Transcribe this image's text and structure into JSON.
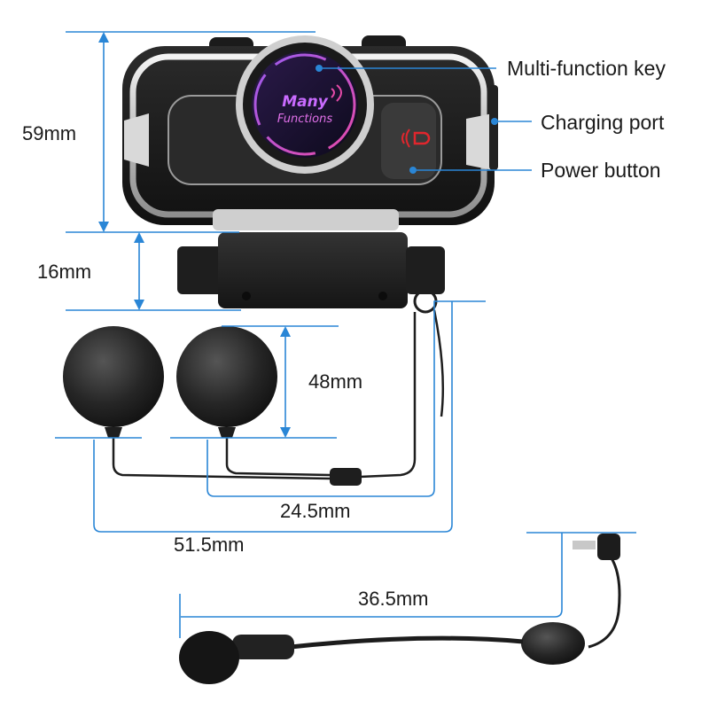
{
  "diagram": {
    "device_badge": {
      "line1": "Many",
      "line2": "Functions"
    },
    "callouts": {
      "multi_function_key": "Multi-function key",
      "charging_port": "Charging port",
      "power_button": "Power button"
    },
    "dimensions": {
      "body_height": "59mm",
      "clip_height": "16mm",
      "speaker_diameter": "48mm",
      "speaker_spacing": "24.5mm",
      "speaker_cable": "51.5mm",
      "mic_boom": "36.5mm"
    }
  },
  "colors": {
    "dimension_line": "#2a86d6",
    "device_body": "#1c1c1c",
    "chrome": "#d6d6d6",
    "accent_red": "#e0262d"
  }
}
